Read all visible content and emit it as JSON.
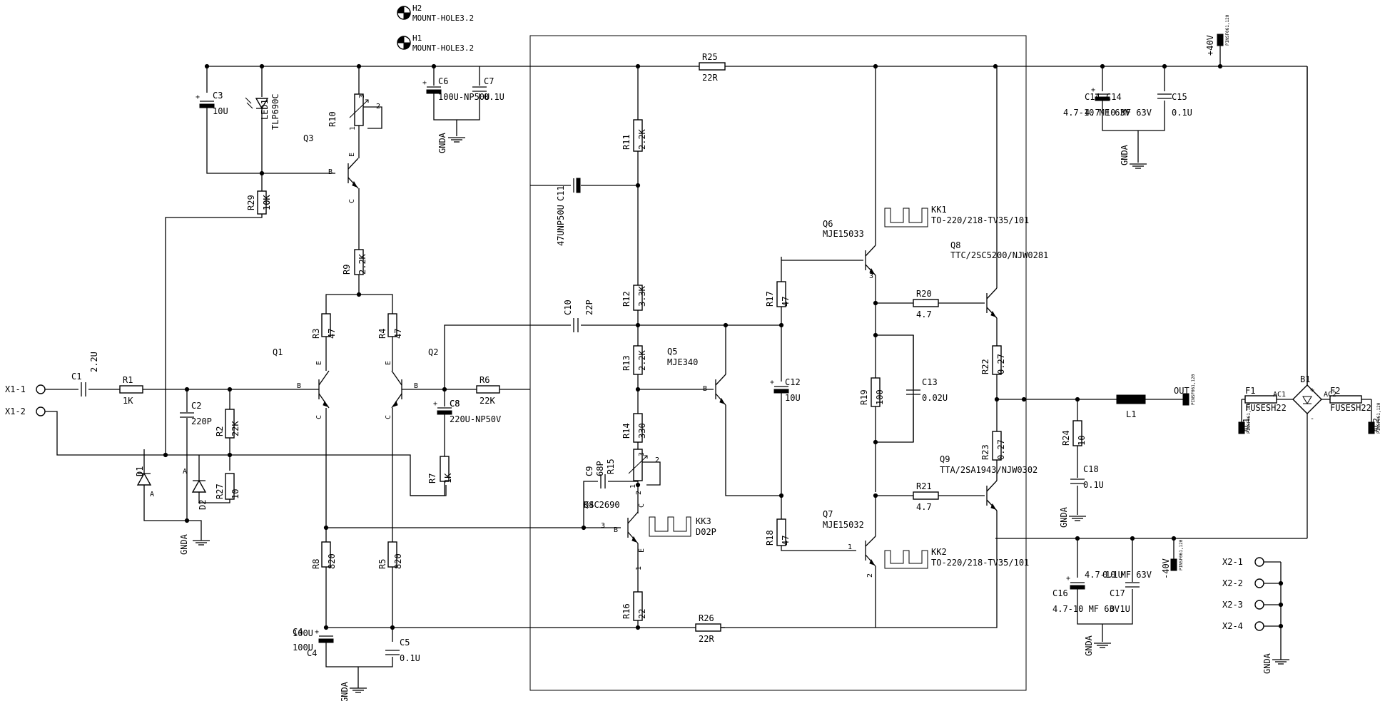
{
  "components": {
    "H2": {
      "ref": "H2",
      "value": "MOUNT-HOLE3.2"
    },
    "H1": {
      "ref": "H1",
      "value": "MOUNT-HOLE3.2"
    },
    "C1": {
      "ref": "C1",
      "value": "2.2U"
    },
    "C2": {
      "ref": "C2",
      "value": "220P"
    },
    "C3": {
      "ref": "C3",
      "value": "10U"
    },
    "C4": {
      "ref": "C4",
      "value": "100U"
    },
    "C5": {
      "ref": "C5",
      "value": "0.1U"
    },
    "C6": {
      "ref": "C6",
      "value": "100U-NP50U"
    },
    "C7": {
      "ref": "C7",
      "value": "0.1U"
    },
    "C8": {
      "ref": "C8",
      "value": "220U-NP50V"
    },
    "C9": {
      "ref": "C9",
      "value": "68P"
    },
    "C10": {
      "ref": "C10",
      "value": "22P"
    },
    "C11": {
      "ref": "C11",
      "value": "47UNP50U"
    },
    "C12": {
      "ref": "C12",
      "value": "10U"
    },
    "C13": {
      "ref": "C13",
      "value": "0.02U"
    },
    "C14": {
      "ref": "C14",
      "value": "4.7-10 MF 63V"
    },
    "C15": {
      "ref": "C15",
      "value": "0.1U"
    },
    "C16": {
      "ref": "C16",
      "value": "4.7-10 MF 63V"
    },
    "C17": {
      "ref": "C17",
      "value": "0.1U"
    },
    "C18": {
      "ref": "C18",
      "value": "0.1U"
    },
    "R1": {
      "ref": "R1",
      "value": "1K"
    },
    "R2": {
      "ref": "R2",
      "value": "22K"
    },
    "R3": {
      "ref": "R3",
      "value": "47"
    },
    "R4": {
      "ref": "R4",
      "value": "47"
    },
    "R5": {
      "ref": "R5",
      "value": "820"
    },
    "R6": {
      "ref": "R6",
      "value": "22K"
    },
    "R7": {
      "ref": "R7",
      "value": "1K"
    },
    "R8": {
      "ref": "R8",
      "value": "820"
    },
    "R9": {
      "ref": "R9",
      "value": "2.2K"
    },
    "R10": {
      "ref": "R10",
      "value": ""
    },
    "R11": {
      "ref": "R11",
      "value": "2.2K"
    },
    "R12": {
      "ref": "R12",
      "value": "3.3K"
    },
    "R13": {
      "ref": "R13",
      "value": "2.2K"
    },
    "R14": {
      "ref": "R14",
      "value": "330"
    },
    "R15": {
      "ref": "R15",
      "value": ""
    },
    "R16": {
      "ref": "R16",
      "value": "22"
    },
    "R17": {
      "ref": "R17",
      "value": "47"
    },
    "R18": {
      "ref": "R18",
      "value": "47"
    },
    "R19": {
      "ref": "R19",
      "value": "100"
    },
    "R20": {
      "ref": "R20",
      "value": "4.7"
    },
    "R21": {
      "ref": "R21",
      "value": "4.7"
    },
    "R22": {
      "ref": "R22",
      "value": "0.27"
    },
    "R23": {
      "ref": "R23",
      "value": "0.27"
    },
    "R24": {
      "ref": "R24",
      "value": "10"
    },
    "R25": {
      "ref": "R25",
      "value": "22R"
    },
    "R26": {
      "ref": "R26",
      "value": "22R"
    },
    "R27": {
      "ref": "R27",
      "value": "10"
    },
    "R29": {
      "ref": "R29",
      "value": "10K"
    },
    "Q1": {
      "ref": "Q1",
      "value": ""
    },
    "Q2": {
      "ref": "Q2",
      "value": ""
    },
    "Q3": {
      "ref": "Q3",
      "value": ""
    },
    "Q4": {
      "ref": "Q4",
      "value": "KSC2690"
    },
    "Q5": {
      "ref": "Q5",
      "value": "MJE340"
    },
    "Q6": {
      "ref": "Q6",
      "value": "MJE15033"
    },
    "Q7": {
      "ref": "Q7",
      "value": "MJE15032"
    },
    "Q8": {
      "ref": "Q8",
      "value": "TTC/2SC5200/NJW0281"
    },
    "Q9": {
      "ref": "Q9",
      "value": "TTA/2SA1943/NJW0302"
    },
    "D1": {
      "ref": "D1",
      "value": ""
    },
    "D2": {
      "ref": "D2",
      "value": ""
    },
    "LED1": {
      "ref": "LED1",
      "value": "TLP690C"
    },
    "L1": {
      "ref": "L1",
      "value": ""
    },
    "KK1": {
      "ref": "KK1",
      "value": "TO-220/218-TV35/101"
    },
    "KK2": {
      "ref": "KK2",
      "value": "TO-220/218-TV35/101"
    },
    "KK3": {
      "ref": "KK3",
      "value": "D02P"
    },
    "F1": {
      "ref": "F1",
      "value": "FUSESH22"
    },
    "F2": {
      "ref": "F2",
      "value": "FUSESH22"
    },
    "B1": {
      "ref": "B1",
      "value": ""
    }
  },
  "pins": {
    "B": "B",
    "C": "C",
    "E": "E",
    "A": "A",
    "p1": "1",
    "p2": "2",
    "p3": "3",
    "plus": "+",
    "minus": "-"
  },
  "nets": {
    "gnda": "GNDA",
    "pos40": "+40V",
    "neg40": "-40V",
    "out": "OUT",
    "ac1": "AC1",
    "ac2": "AC2",
    "pad": "PINSF061,120"
  },
  "connectors": {
    "x1_1": "X1-1",
    "x1_2": "X1-2",
    "x2_1": "X2-1",
    "x2_2": "X2-2",
    "x2_3": "X2-3",
    "x2_4": "X2-4"
  }
}
